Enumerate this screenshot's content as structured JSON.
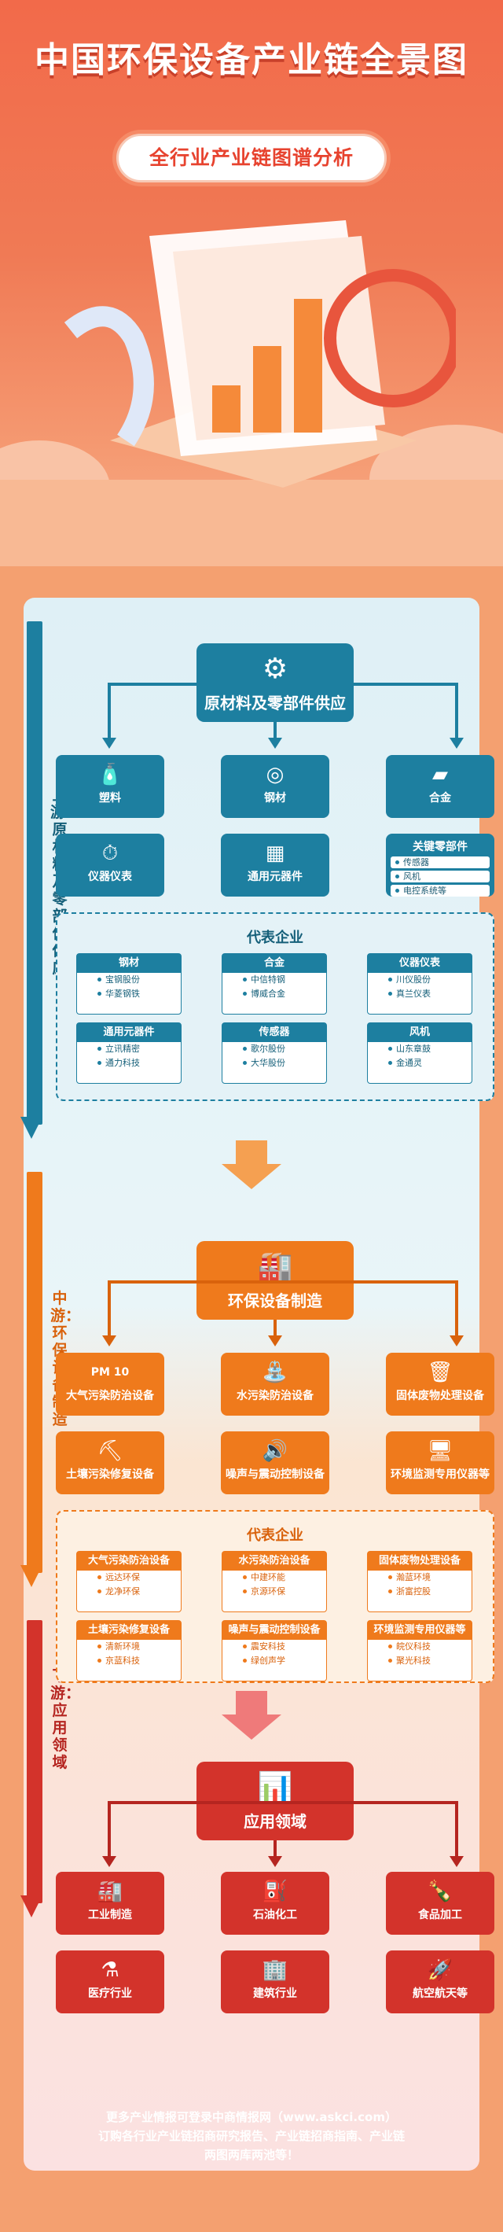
{
  "header": {
    "title": "中国环保设备产业链全景图",
    "subtitle": "全行业产业链图谱分析"
  },
  "upstream": {
    "side_label": "上游：原材料及零部件供应",
    "hub_label": "原材料及零部件供应",
    "tiles": [
      "塑料",
      "钢材",
      "合金",
      "仪器仪表",
      "通用元器件"
    ],
    "key_parts": {
      "title": "关键零部件",
      "items": [
        "传感器",
        "风机",
        "电控系统等"
      ]
    },
    "rep_title": "代表企业",
    "rep": [
      {
        "head": "钢材",
        "items": [
          "宝钢股份",
          "华菱钢铁"
        ]
      },
      {
        "head": "合金",
        "items": [
          "中信特钢",
          "博威合金"
        ]
      },
      {
        "head": "仪器仪表",
        "items": [
          "川仪股份",
          "真兰仪表"
        ]
      },
      {
        "head": "通用元器件",
        "items": [
          "立讯精密",
          "通力科技"
        ]
      },
      {
        "head": "传感器",
        "items": [
          "歌尔股份",
          "大华股份"
        ]
      },
      {
        "head": "风机",
        "items": [
          "山东章鼓",
          "金通灵"
        ]
      }
    ],
    "colors": {
      "main": "#1d7fa0",
      "dark": "#145f79",
      "light": "#e4f2f7"
    }
  },
  "midstream": {
    "side_label": "中游：环保设备制造",
    "hub_label": "环保设备制造",
    "tiles": [
      "大气污染防治设备",
      "水污染防治设备",
      "固体废物处理设备",
      "土壤污染修复设备",
      "噪声与震动控制设备",
      "环境监测专用仪器等"
    ],
    "pm_badge": "PM 10",
    "rep_title": "代表企业",
    "rep": [
      {
        "head": "大气污染防治设备",
        "items": [
          "远达环保",
          "龙净环保"
        ]
      },
      {
        "head": "水污染防治设备",
        "items": [
          "中建环能",
          "京源环保"
        ]
      },
      {
        "head": "固体废物处理设备",
        "items": [
          "瀚蓝环境",
          "浙富控股"
        ]
      },
      {
        "head": "土壤污染修复设备",
        "items": [
          "清新环境",
          "京蓝科技"
        ]
      },
      {
        "head": "噪声与震动控制设备",
        "items": [
          "震安科技",
          "绿创声学"
        ]
      },
      {
        "head": "环境监测专用仪器等",
        "items": [
          "皖仪科技",
          "聚光科技"
        ]
      }
    ],
    "colors": {
      "main": "#ef7a1c",
      "dark": "#d9620c",
      "light": "#fdf0e2"
    }
  },
  "downstream": {
    "side_label": "下游：应用领域",
    "hub_label": "应用领域",
    "tiles": [
      "工业制造",
      "石油化工",
      "食品加工",
      "医疗行业",
      "建筑行业",
      "航空航天等"
    ],
    "colors": {
      "main": "#d3332b",
      "dark": "#b52520",
      "light": "#fbe1e1"
    }
  },
  "footer": {
    "line1": "更多产业情报可登录中商情报网（www.askci.com）",
    "line2": "订购各行业产业链招商研究报告、产业链招商指南、产业链",
    "line3": "两图两库两池等！"
  }
}
